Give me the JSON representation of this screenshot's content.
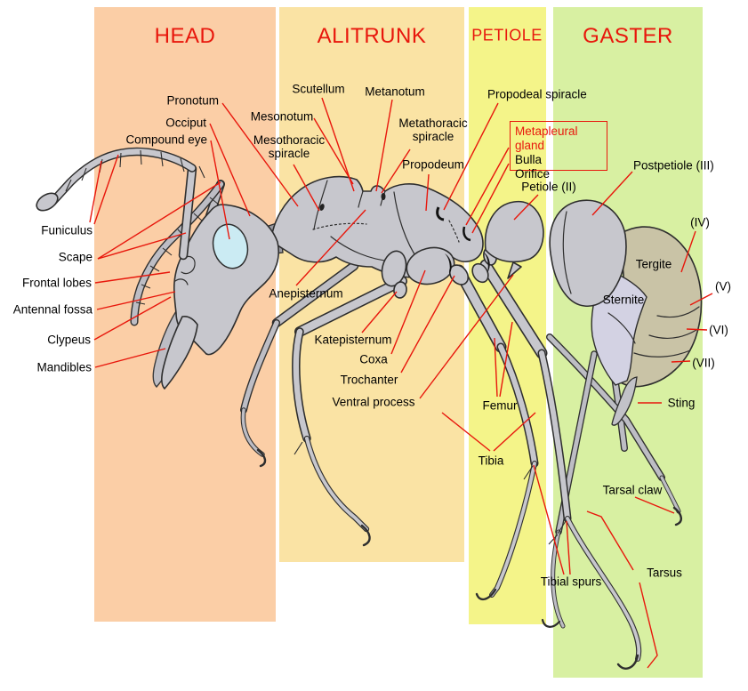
{
  "regions": [
    {
      "id": "head",
      "label": "HEAD"
    },
    {
      "id": "alitrunk",
      "label": "ALITRUNK"
    },
    {
      "id": "petiole",
      "label": "PETIOLE"
    },
    {
      "id": "gaster",
      "label": "GASTER"
    }
  ],
  "labels": {
    "pronotum": {
      "text": "Pronotum"
    },
    "occiput": {
      "text": "Occiput"
    },
    "compound_eye": {
      "text": "Compound eye"
    },
    "funiculus": {
      "text": "Funiculus"
    },
    "scape": {
      "text": "Scape"
    },
    "frontal_lobes": {
      "text": "Frontal lobes"
    },
    "antennal_fossa": {
      "text": "Antennal fossa"
    },
    "clypeus": {
      "text": "Clypeus"
    },
    "mandibles": {
      "text": "Mandibles"
    },
    "scutellum": {
      "text": "Scutellum"
    },
    "metanotum": {
      "text": "Metanotum"
    },
    "mesonotum": {
      "text": "Mesonotum"
    },
    "metathoracic_spiracle": {
      "text": "Metathoracic spiracle"
    },
    "mesothoracic_spiracle": {
      "text": "Mesothoracic spiracle"
    },
    "propodeum": {
      "text": "Propodeum"
    },
    "propodeal_spiracle": {
      "text": "Propodeal spiracle"
    },
    "petiole_ii": {
      "text": "Petiole (II)"
    },
    "postpetiole_iii": {
      "text": "Postpetiole (III)"
    },
    "anepisternum": {
      "text": "Anepisternum"
    },
    "katepisternum": {
      "text": "Katepisternum"
    },
    "coxa": {
      "text": "Coxa"
    },
    "trochanter": {
      "text": "Trochanter"
    },
    "ventral_process": {
      "text": "Ventral process"
    },
    "femur": {
      "text": "Femur"
    },
    "tibia": {
      "text": "Tibia"
    },
    "tibial_spurs": {
      "text": "Tibial spurs"
    },
    "tarsal_claw": {
      "text": "Tarsal claw"
    },
    "tarsus": {
      "text": "Tarsus"
    },
    "sting": {
      "text": "Sting"
    },
    "tergite": {
      "text": "Tergite"
    },
    "sternite": {
      "text": "Sternite"
    },
    "seg_iv": {
      "text": "(IV)"
    },
    "seg_v": {
      "text": "(V)"
    },
    "seg_vi": {
      "text": "(VI)"
    },
    "seg_vii": {
      "text": "(VII)"
    }
  },
  "metapleural_box": {
    "title": "Metapleural gland",
    "bulla": "Bulla",
    "orifice": "Orifice"
  },
  "colors": {
    "head_band": "#FBCEA6",
    "alitrunk_band": "#FAE3A4",
    "petiole_band": "#F4F489",
    "gaster_band": "#D8F0A2",
    "label_red": "#E8170C",
    "body_gray": "#C7C7CD",
    "far_gray": "#BDBDC4",
    "tergite_tan": "#C9C3A6",
    "sternite_lavender": "#D3D2E3",
    "eye_blue": "#CBEBF3",
    "outline": "#2E2E2E"
  }
}
